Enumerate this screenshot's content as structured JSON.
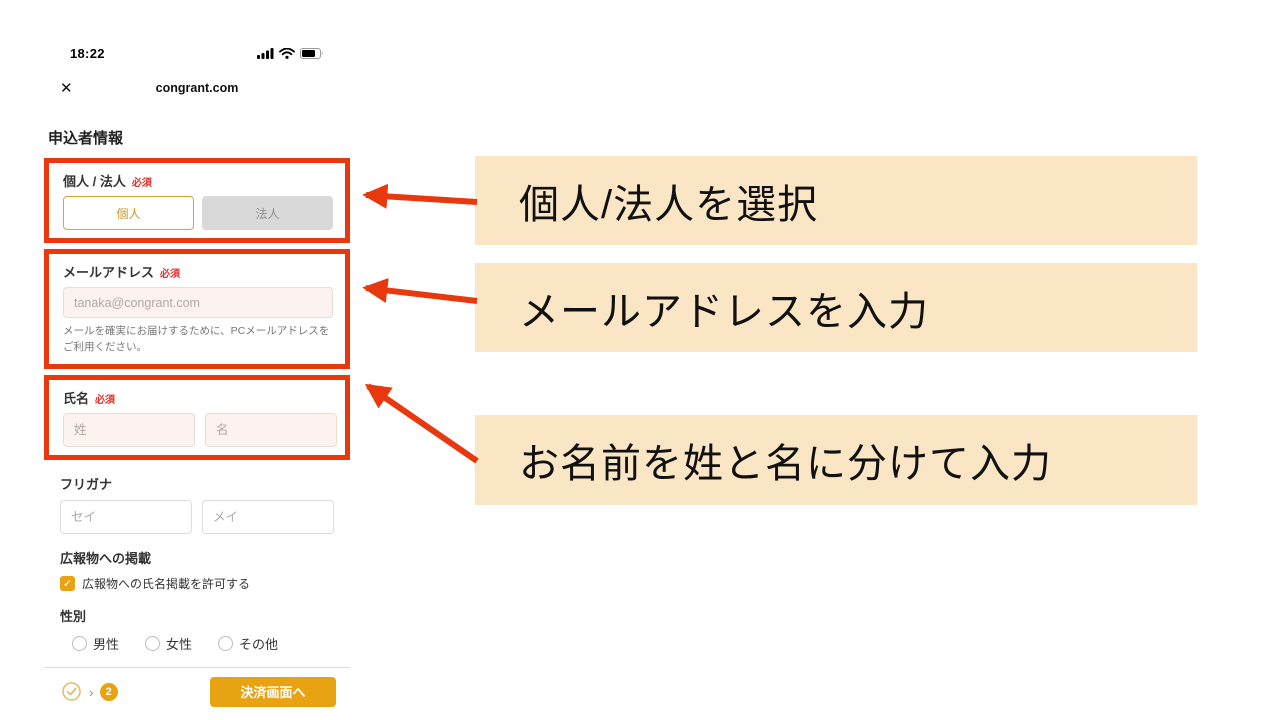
{
  "colors": {
    "annotation": "#e8380d",
    "callout-bg": "#fae6c4",
    "gold": "#e8a312",
    "input-pink": "#fcf2ef",
    "required": "#e0312e"
  },
  "phone": {
    "status": {
      "time": "18:22"
    },
    "header": {
      "close": "✕",
      "title": "congrant.com"
    },
    "form": {
      "title": "申込者情報",
      "type_section": {
        "label": "個人 / 法人",
        "required": "必須",
        "individual": "個人",
        "corporate": "法人"
      },
      "email_section": {
        "label": "メールアドレス",
        "required": "必須",
        "placeholder": "tanaka@congrant.com",
        "help": "メールを確実にお届けするために、PCメールアドレスをご利用ください。"
      },
      "name_section": {
        "label": "氏名",
        "required": "必須",
        "last_placeholder": "姓",
        "first_placeholder": "名"
      },
      "kana_section": {
        "label": "フリガナ",
        "last_placeholder": "セイ",
        "first_placeholder": "メイ"
      },
      "publicity_section": {
        "label": "広報物への掲載",
        "checkbox_label": "広報物への氏名掲載を許可する",
        "checked": true
      },
      "gender_section": {
        "label": "性別",
        "options": [
          "男性",
          "女性",
          "その他"
        ]
      }
    },
    "footer": {
      "step": "2",
      "chevron": "›",
      "submit": "決済画面へ"
    }
  },
  "icons": {
    "check": "✓"
  },
  "callouts": [
    {
      "text": "個人/法人を選択"
    },
    {
      "text": "メールアドレスを入力"
    },
    {
      "text": "お名前を姓と名に分けて入力"
    }
  ]
}
